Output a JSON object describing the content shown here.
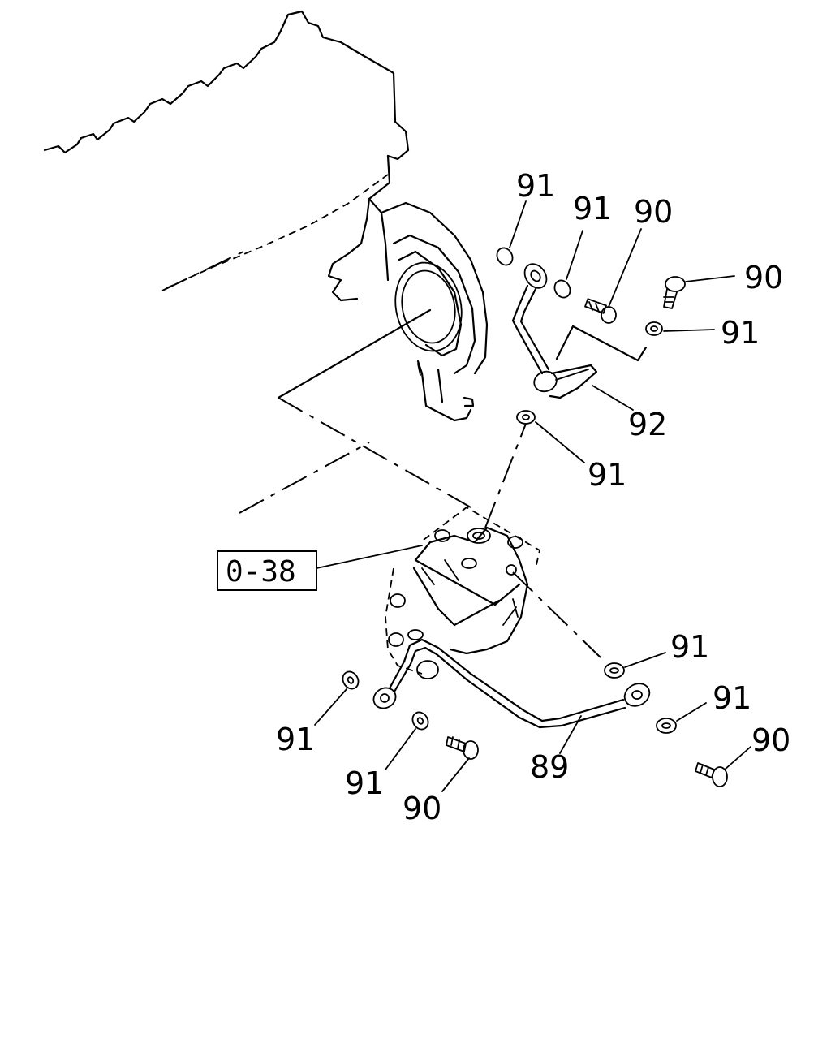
{
  "labels": {
    "l1": "91",
    "l2": "91",
    "l3": "90",
    "l4": "90",
    "l5": "91",
    "l6": "92",
    "l7": "91",
    "l8": "91",
    "l9": "91",
    "l10": "91",
    "l11": "91",
    "l12": "90",
    "l13": "89",
    "l14": "90"
  },
  "reference_box": "0-38"
}
